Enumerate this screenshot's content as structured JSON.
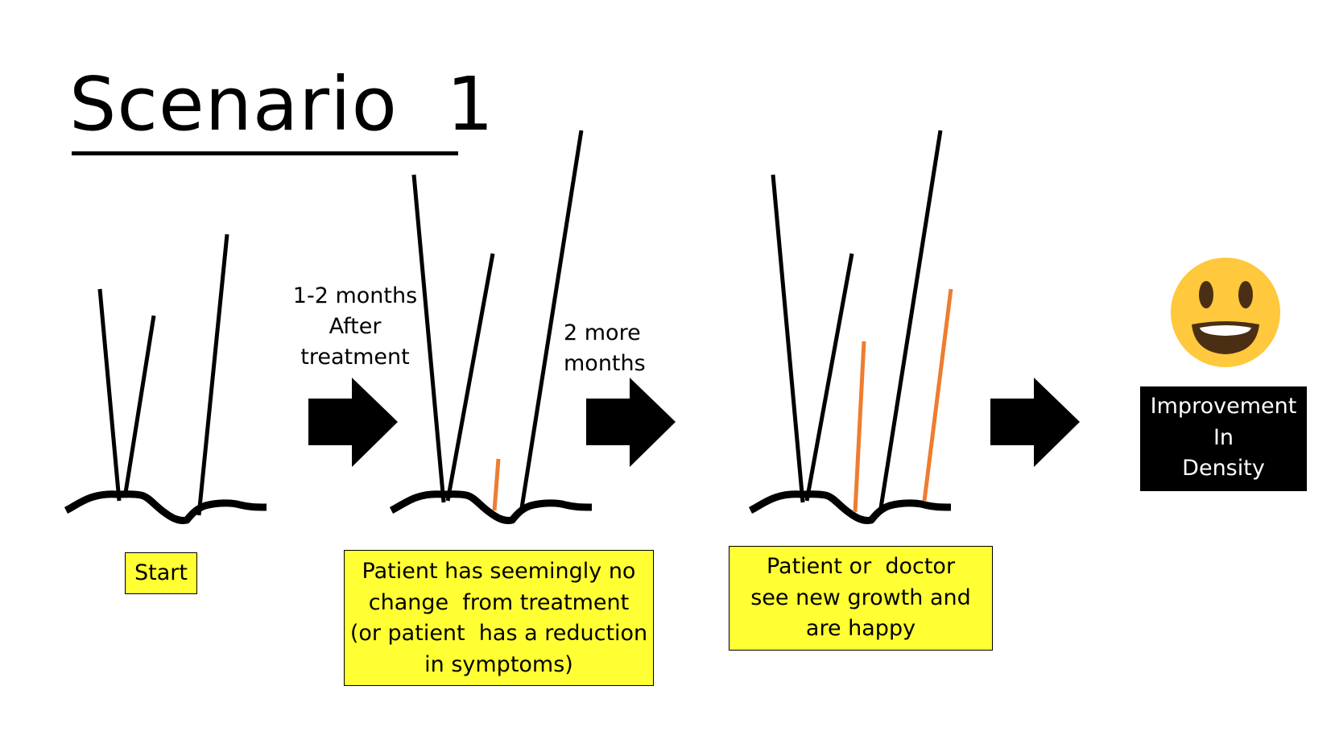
{
  "title": "Scenario  1",
  "captions": {
    "step1": "1-2 months\nAfter\ntreatment",
    "step2": "2 more\nmonths"
  },
  "boxes": {
    "start": "Start",
    "stage2": "Patient has seemingly no\nchange  from treatment\n(or patient  has a reduction\nin symptoms)",
    "stage3": "Patient or  doctor\nsee new growth and\nare happy",
    "result": "Improvement\nIn\nDensity"
  },
  "colors": {
    "hair": "#000000",
    "new_hair": "#ed7d31",
    "box_fill": "#ffff33",
    "result_fill": "#000000",
    "result_text": "#ffffff",
    "smiley_face": "#ffc83d",
    "smiley_features": "#4a2f14"
  },
  "icons": {
    "arrow": "right-arrow-icon",
    "result": "smiley-face-icon"
  }
}
